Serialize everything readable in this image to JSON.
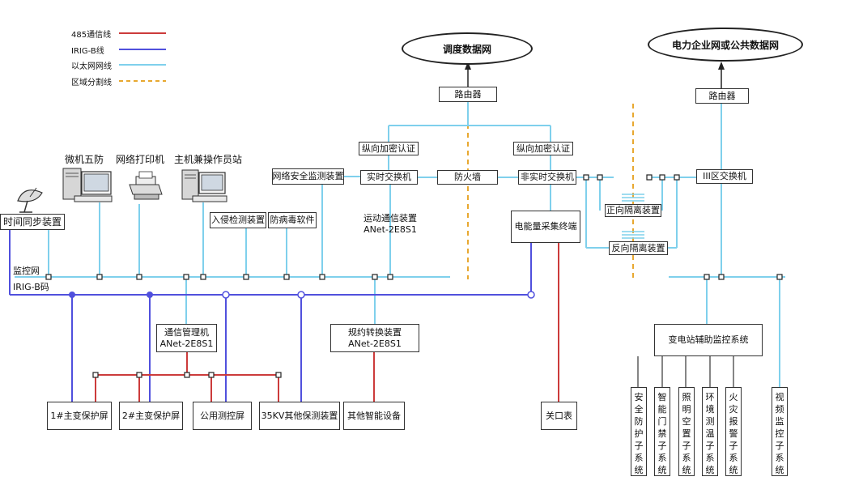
{
  "legend": [
    {
      "label": "485通信线",
      "color": "#cc3b3b",
      "style": "solid"
    },
    {
      "label": "IRIG-B线",
      "color": "#5050dd",
      "style": "solid"
    },
    {
      "label": "以太网网线",
      "color": "#7fd0ec",
      "style": "solid"
    },
    {
      "label": "区域分割线",
      "color": "#e8a830",
      "style": "dashed"
    }
  ],
  "networks": {
    "dispatch": "调度数据网",
    "public": "电力企业网或公共数据网"
  },
  "devices": {
    "router_left": "路由器",
    "router_right": "路由器",
    "vert_auth_left": "纵向加密认证",
    "vert_auth_right": "纵向加密认证",
    "net_security_monitor": "网络安全监测装置",
    "realtime_switch": "实时交换机",
    "firewall": "防火墙",
    "nonrealtime_switch": "非实时交换机",
    "zone3_switch": "III区交换机",
    "forward_isolation": "正向隔离装置",
    "reverse_isolation": "反向隔离装置",
    "intrusion_detection": "入侵检测装置",
    "antivirus": "防病毒软件",
    "motion_comm": [
      "运动通信装置",
      "ANet-2E8S1"
    ],
    "energy_terminal": "电能量采集终端",
    "time_sync": "时间同步装置",
    "comm_manager": [
      "通信管理机",
      "ANet-2E8S1"
    ],
    "protocol_converter": [
      "规约转换装置",
      "ANet-2E8S1"
    ],
    "aux_monitor": "变电站辅助监控系统",
    "gateway_meter": "关口表",
    "other_smart": "其他智能设备",
    "panel1": "1#主变保护屏",
    "panel2": "2#主变保护屏",
    "public_ctrl": "公用测控屏",
    "kv35_panel": "35KV其他保测装置"
  },
  "pc_labels": {
    "wufang": "微机五防",
    "printer": "网络打印机",
    "host": "主机兼操作员站"
  },
  "bus_labels": {
    "monitor_net": "监控网",
    "irigb": "IRIG-B码"
  },
  "subsystems": [
    "安全防护子系统",
    "智能门禁子系统",
    "照明空置子系统",
    "环境测温子系统",
    "火灾报警子系统",
    "视频监控子系统"
  ]
}
